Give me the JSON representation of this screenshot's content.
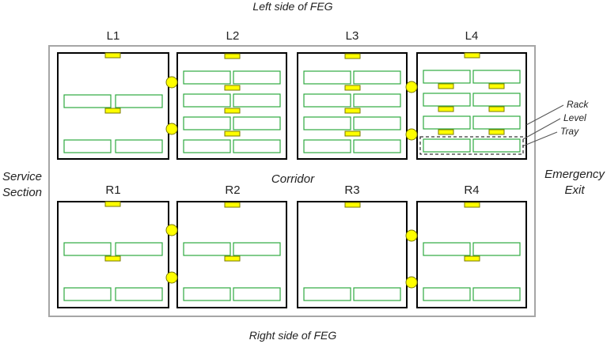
{
  "labels": {
    "top": "Left side of FEG",
    "bottom": "Right side of FEG",
    "left_line1": "Service",
    "left_line2": "Section",
    "right_line1": "Emergency",
    "right_line2": "Exit",
    "corridor": "Corridor",
    "legend_rack": "Rack",
    "legend_level": "Level",
    "legend_tray": "Tray"
  },
  "rooms": {
    "top": [
      "L1",
      "L2",
      "L3",
      "L4"
    ],
    "bottom": [
      "R1",
      "R2",
      "R3",
      "R4"
    ]
  },
  "colors": {
    "outline": "#a6a6a6",
    "room_border": "#000000",
    "tray_green": "#2eaa3f",
    "yellow": "#ffff00"
  }
}
